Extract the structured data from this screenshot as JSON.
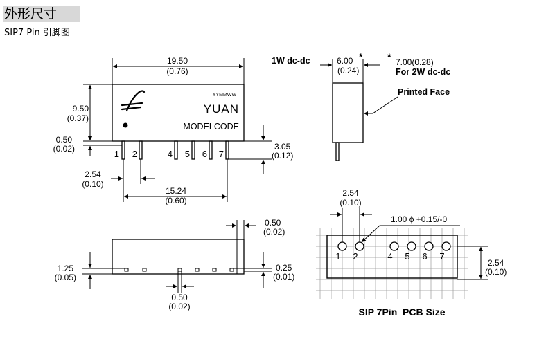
{
  "header": {
    "title": "外形尺寸",
    "subtitle": "SIP7 Pin 引脚图"
  },
  "front_view": {
    "brand": "YUAN",
    "date_code": "YYMMWW",
    "model": "MODELCODE",
    "width_mm": "19.50",
    "width_in": "(0.76)",
    "height_mm": "9.50",
    "height_in": "(0.37)",
    "standoff_mm": "0.50",
    "standoff_in": "(0.02)",
    "pin_len_mm": "3.05",
    "pin_len_in": "(0.12)",
    "pitch_mm": "2.54",
    "pitch_in": "(0.10)",
    "span_mm": "15.24",
    "span_in": "(0.60)",
    "pins": [
      "1",
      "2",
      "4",
      "5",
      "6",
      "7"
    ]
  },
  "side_view": {
    "label_1w": "1W dc-dc",
    "thick_1w_mm": "6.00",
    "thick_1w_in": "(0.24)",
    "asterisk": "*",
    "thick_2w": "7.00(0.28)",
    "label_2w": "For 2W dc-dc",
    "printed_face": "Printed Face"
  },
  "bottom_view": {
    "edge_mm": "0.50",
    "edge_in": "(0.02)",
    "left_mm": "1.25",
    "left_in": "(0.05)",
    "pin_t_mm": "0.25",
    "pin_t_in": "(0.01)",
    "pin_w_mm": "0.50",
    "pin_w_in": "(0.02)"
  },
  "pcb_view": {
    "pitch_mm": "2.54",
    "pitch_in": "(0.10)",
    "hole": "1.00 ϕ +0.15/-0",
    "row_mm": "2.54",
    "row_in": "(0.10)",
    "pins": [
      "1",
      "2",
      "4",
      "5",
      "6",
      "7"
    ],
    "caption": "SIP 7Pin  PCB Size"
  }
}
